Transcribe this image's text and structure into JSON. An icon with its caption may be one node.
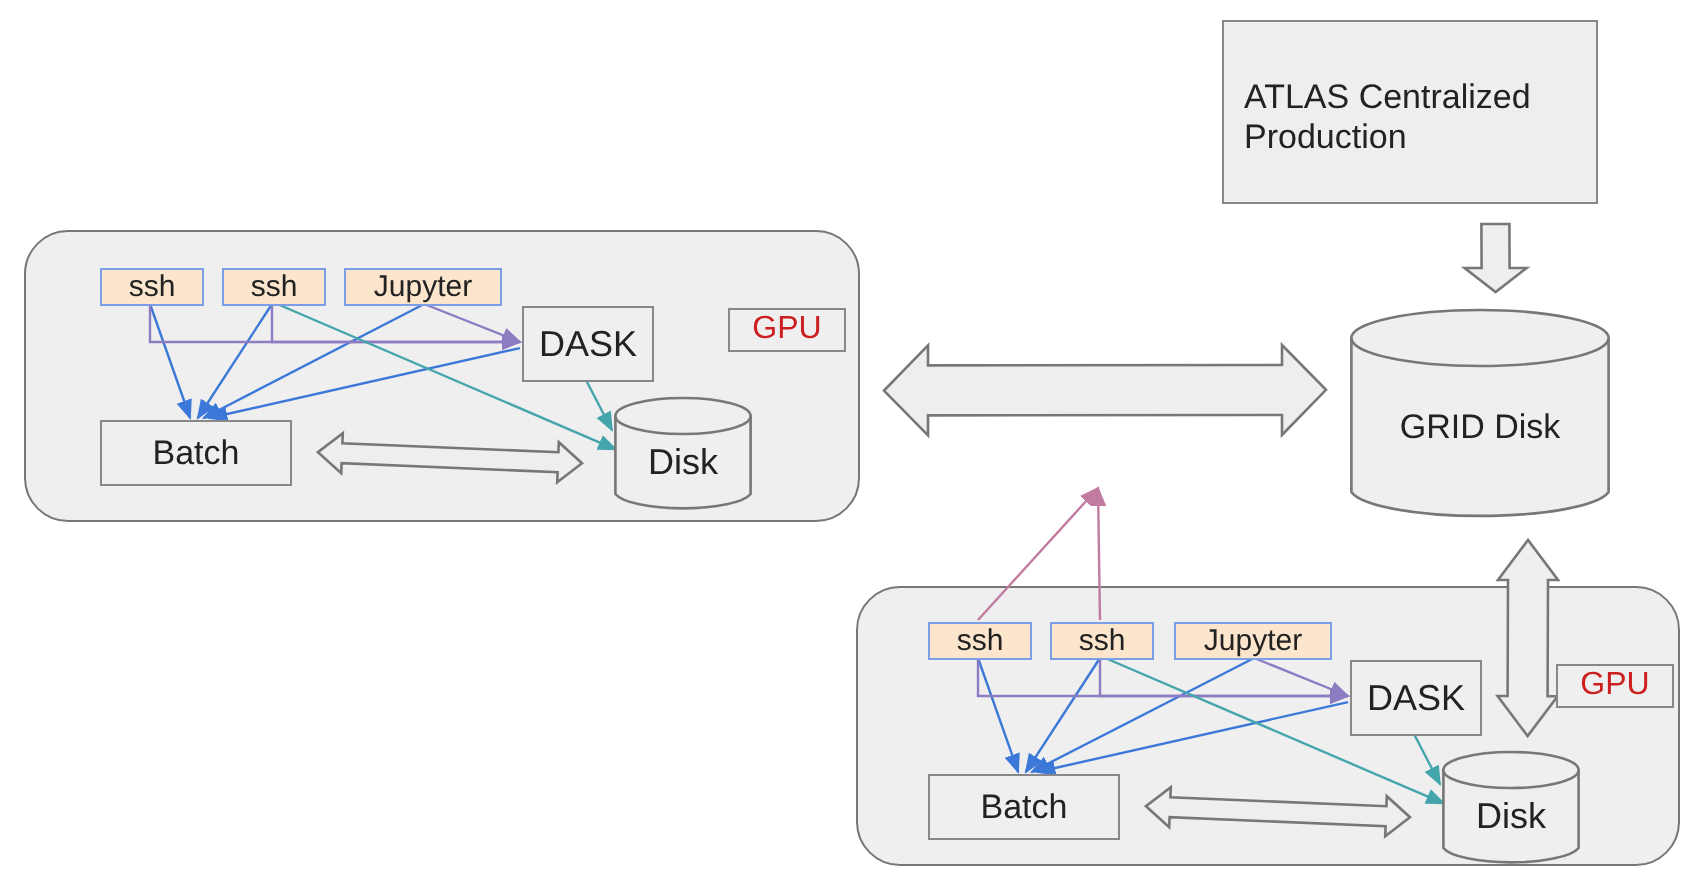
{
  "diagram": {
    "nodes": [
      {
        "text": [
          "ATLAS Centralized Production"
        ]
      },
      {
        "text": [
          "GRID Disk"
        ]
      },
      {
        "text": [],
        "shape": "box"
      },
      {
        "text": [
          "ssh"
        ],
        "in": 2
      },
      {
        "text": [
          "ssh"
        ],
        "in": 2
      },
      {
        "text": [
          "Jupyter"
        ],
        "in": 2
      },
      {
        "text": [
          "DASK"
        ],
        "in": 2
      },
      {
        "text": [
          "GPU"
        ],
        "in": 2
      },
      {
        "text": [
          "Batch"
        ],
        "in": 2
      },
      {
        "text": [
          "Disk"
        ],
        "in": 2
      },
      {
        "text": [],
        "shape": "box"
      },
      {
        "text": [
          "ssh"
        ],
        "in": 10
      },
      {
        "text": [
          "ssh"
        ],
        "in": 10
      },
      {
        "text": [
          "Jupyter"
        ],
        "in": 10
      },
      {
        "text": [
          "DASK"
        ],
        "in": 10
      },
      {
        "text": [
          "GPU"
        ],
        "in": 10
      },
      {
        "text": [
          "Batch"
        ],
        "in": 10
      },
      {
        "text": [
          "Disk"
        ],
        "in": 10
      }
    ],
    "edges": [
      {
        "from": 3,
        "to": 8,
        "arrow": "to",
        "color": "#3c78d8"
      },
      {
        "from": 4,
        "to": 8,
        "arrow": "to",
        "color": "#3c78d8"
      },
      {
        "from": 5,
        "to": 8,
        "arrow": "to",
        "color": "#3c78d8"
      },
      {
        "from": 6,
        "to": 8,
        "arrow": "to",
        "color": "#3c78d8"
      },
      {
        "from": 3,
        "to": 6,
        "arrow": "to",
        "color": "#8e7cc3"
      },
      {
        "from": 4,
        "to": 6,
        "arrow": "to",
        "color": "#8e7cc3"
      },
      {
        "from": 5,
        "to": 6,
        "arrow": "to",
        "color": "#8e7cc3"
      },
      {
        "from": 4,
        "to": 9,
        "arrow": "to",
        "color": "#45a5ad"
      },
      {
        "from": 6,
        "to": 9,
        "arrow": "to",
        "color": "#45a5ad"
      },
      {
        "from": 8,
        "to": 9,
        "arrow": "both",
        "style": "thick"
      },
      {
        "from": 11,
        "to": 16,
        "arrow": "to",
        "color": "#3c78d8"
      },
      {
        "from": 12,
        "to": 16,
        "arrow": "to",
        "color": "#3c78d8"
      },
      {
        "from": 13,
        "to": 16,
        "arrow": "to",
        "color": "#3c78d8"
      },
      {
        "from": 14,
        "to": 16,
        "arrow": "to",
        "color": "#3c78d8"
      },
      {
        "from": 11,
        "to": 14,
        "arrow": "to",
        "color": "#8e7cc3"
      },
      {
        "from": 12,
        "to": 14,
        "arrow": "to",
        "color": "#8e7cc3"
      },
      {
        "from": 13,
        "to": 14,
        "arrow": "to",
        "color": "#8e7cc3"
      },
      {
        "from": 12,
        "to": 17,
        "arrow": "to",
        "color": "#45a5ad"
      },
      {
        "from": 14,
        "to": 17,
        "arrow": "to",
        "color": "#45a5ad"
      },
      {
        "from": 16,
        "to": 17,
        "arrow": "both",
        "style": "thick"
      },
      {
        "from": 11,
        "to": null,
        "arrow": "to",
        "color": "#c27ba0"
      },
      {
        "from": 12,
        "to": null,
        "arrow": "to",
        "color": "#c27ba0"
      },
      {
        "from": 0,
        "to": 1,
        "arrow": "to",
        "style": "thick"
      },
      {
        "from": 2,
        "to": 1,
        "arrow": "both",
        "style": "thick"
      },
      {
        "from": 1,
        "to": 10,
        "arrow": "both",
        "style": "thick"
      }
    ]
  }
}
